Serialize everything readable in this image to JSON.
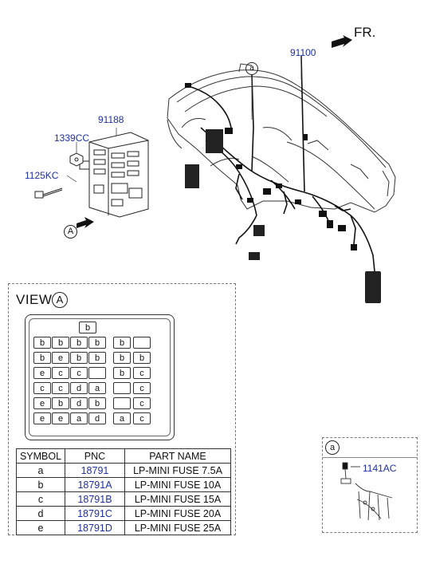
{
  "header": {
    "direction": "FR."
  },
  "callouts": {
    "harness": "91100",
    "junction_box": "91188",
    "nut": "1339CC",
    "bolt": "1125KC",
    "view_marker": "A",
    "detail_marker": "a"
  },
  "view": {
    "title": "VIEW",
    "marker": "A",
    "fuse_rows": [
      [
        "",
        "",
        "b",
        "",
        "",
        ""
      ],
      [
        "b",
        "b",
        "b",
        "b",
        "b",
        ""
      ],
      [
        "b",
        "e",
        "b",
        "b",
        "b",
        "b"
      ],
      [
        "e",
        "c",
        "c",
        "",
        "b",
        "c"
      ],
      [
        "c",
        "c",
        "d",
        "a",
        "",
        "c"
      ],
      [
        "e",
        "b",
        "d",
        "b",
        "",
        "c"
      ],
      [
        "e",
        "e",
        "a",
        "d",
        "a",
        "c"
      ]
    ]
  },
  "table": {
    "headers": [
      "SYMBOL",
      "PNC",
      "PART NAME"
    ],
    "rows": [
      [
        "a",
        "18791",
        "LP-MINI FUSE 7.5A"
      ],
      [
        "b",
        "18791A",
        "LP-MINI FUSE 10A"
      ],
      [
        "c",
        "18791B",
        "LP-MINI FUSE 15A"
      ],
      [
        "d",
        "18791C",
        "LP-MINI FUSE 20A"
      ],
      [
        "e",
        "18791D",
        "LP-MINI FUSE 25A"
      ]
    ]
  },
  "detail": {
    "marker": "a",
    "part": "1141AC"
  },
  "colors": {
    "pnc_blue": "#1f2fa6",
    "line": "#222222"
  }
}
